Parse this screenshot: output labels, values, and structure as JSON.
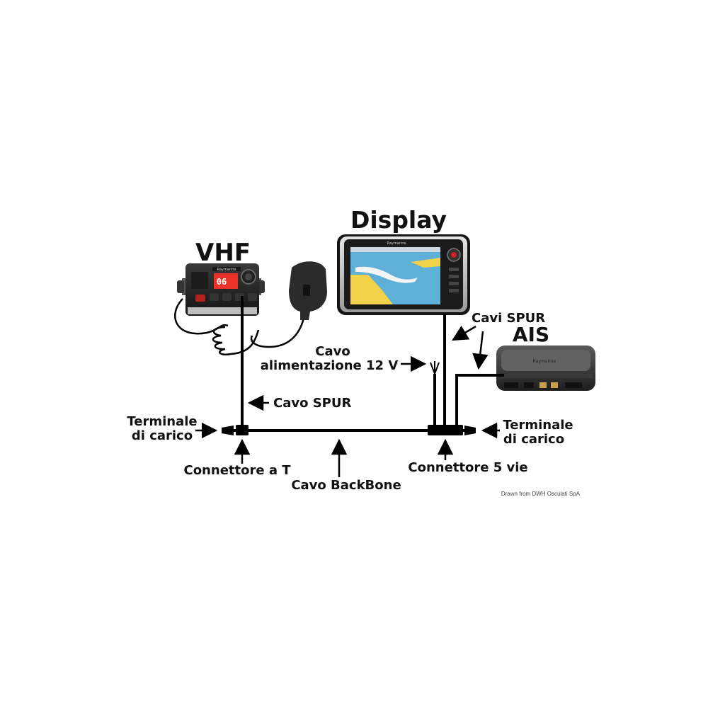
{
  "titles": {
    "vhf": "VHF",
    "display": "Display",
    "ais": "AIS"
  },
  "labels": {
    "cavi_spur": "Cavi SPUR",
    "cavo_line1": "Cavo",
    "cavo_line2": "alimentazione 12 V",
    "cavo_spur": "Cavo SPUR",
    "terminale_left_1": "Terminale",
    "terminale_left_2": "di carico",
    "terminale_right_1": "Terminale",
    "terminale_right_2": "di carico",
    "connettore_t": "Connettore a T",
    "connettore_5": "Connettore 5 vie",
    "backbone": "Cavo BackBone"
  },
  "devices": {
    "brand": "Raymarine",
    "vhf_channel": "06"
  },
  "credit": "Drawn from DWH Osculati SpA",
  "colors": {
    "cable": "#000000",
    "device_body": "#2a2a2a",
    "vhf_screen": "#e8322a",
    "chart_sea": "#5fb0d8",
    "chart_land": "#f2d24a"
  }
}
